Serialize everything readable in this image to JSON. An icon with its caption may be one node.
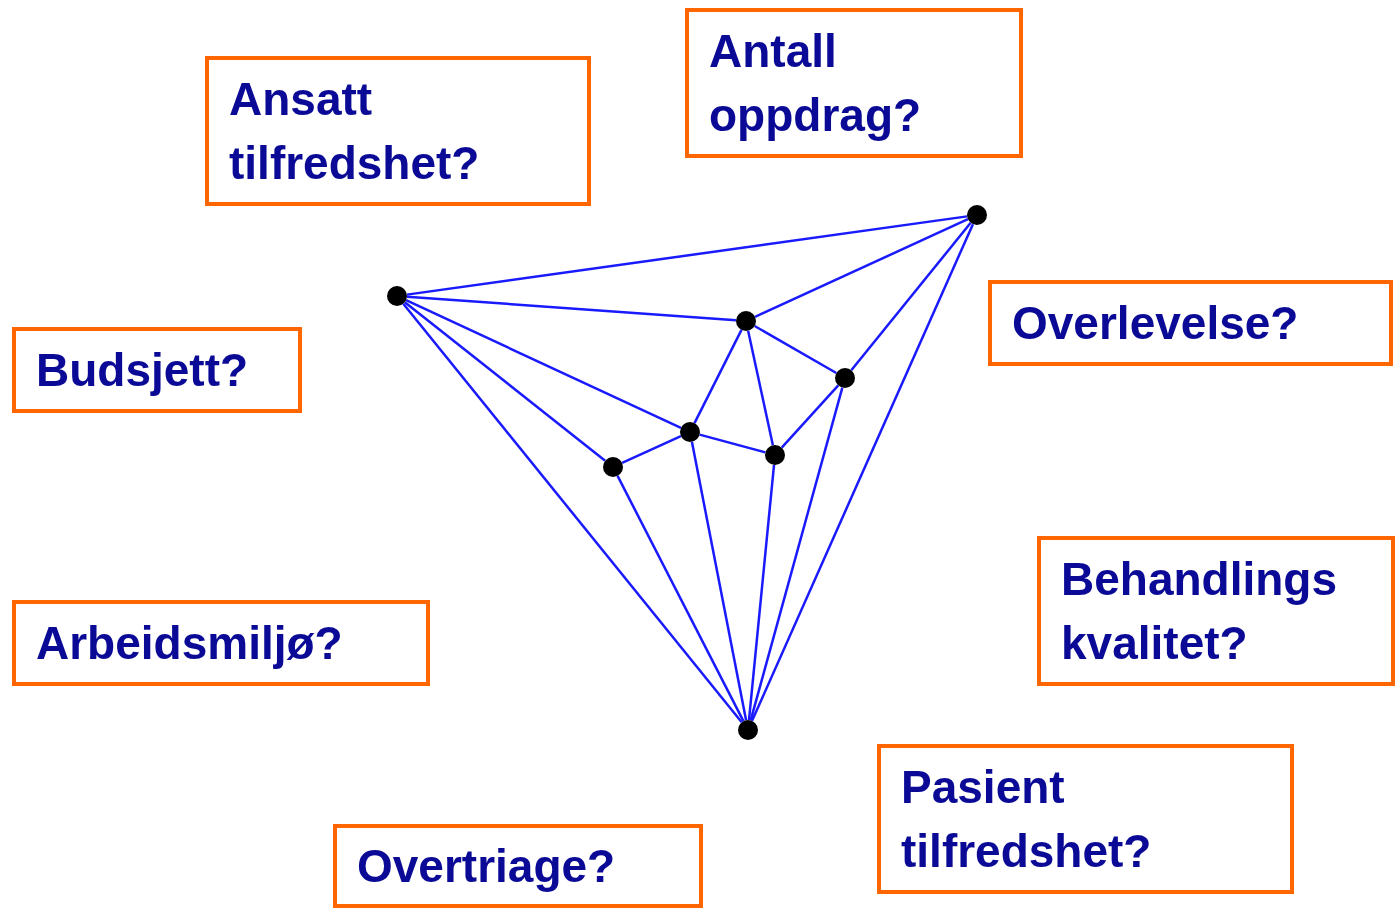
{
  "diagram": {
    "nodes": [
      {
        "text": [
          "Antall oppdrag?"
        ]
      },
      {
        "text": [
          "Ansatt tilfredshet?"
        ]
      },
      {
        "text": [
          "Overlevelse?"
        ]
      },
      {
        "text": [
          "Budsjett?"
        ]
      },
      {
        "text": [
          "Behandlings kvalitet?"
        ]
      },
      {
        "text": [
          "Arbeidsmiljø?"
        ]
      },
      {
        "text": [
          "Pasient tilfredshet?"
        ]
      },
      {
        "text": [
          "Overtriage?"
        ]
      },
      {
        "text": [],
        "shape": "circle"
      },
      {
        "text": [],
        "shape": "circle"
      },
      {
        "text": [],
        "shape": "circle"
      },
      {
        "text": [],
        "shape": "circle"
      },
      {
        "text": [],
        "shape": "circle"
      },
      {
        "text": [],
        "shape": "circle"
      },
      {
        "text": [],
        "shape": "circle"
      },
      {
        "text": [],
        "shape": "circle"
      }
    ],
    "edges": [
      {
        "from": 8,
        "to": 15,
        "arrow": "none"
      },
      {
        "from": 8,
        "to": 11,
        "arrow": "none"
      },
      {
        "from": 8,
        "to": 10,
        "arrow": "none"
      },
      {
        "from": 8,
        "to": 9,
        "arrow": "none"
      },
      {
        "from": 8,
        "to": 12,
        "arrow": "none"
      },
      {
        "from": 15,
        "to": 11,
        "arrow": "none"
      },
      {
        "from": 15,
        "to": 14,
        "arrow": "none"
      },
      {
        "from": 15,
        "to": 12,
        "arrow": "none"
      },
      {
        "from": 11,
        "to": 10,
        "arrow": "none"
      },
      {
        "from": 11,
        "to": 13,
        "arrow": "none"
      },
      {
        "from": 11,
        "to": 14,
        "arrow": "none"
      },
      {
        "from": 14,
        "to": 13,
        "arrow": "none"
      },
      {
        "from": 14,
        "to": 12,
        "arrow": "none"
      },
      {
        "from": 10,
        "to": 9,
        "arrow": "none"
      },
      {
        "from": 10,
        "to": 13,
        "arrow": "none"
      },
      {
        "from": 10,
        "to": 12,
        "arrow": "none"
      },
      {
        "from": 9,
        "to": 12,
        "arrow": "none"
      },
      {
        "from": 13,
        "to": 12,
        "arrow": "none"
      }
    ]
  }
}
